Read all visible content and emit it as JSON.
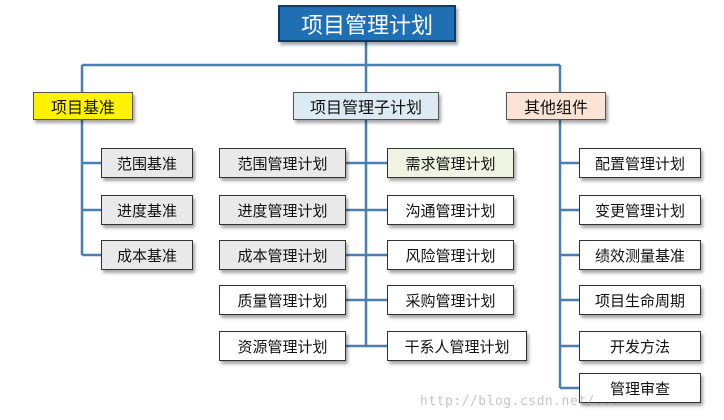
{
  "title": "项目管理计划",
  "categories": {
    "baseline": "项目基准",
    "subplans": "项目管理子计划",
    "others": "其他组件"
  },
  "baseline_items": [
    "范围基准",
    "进度基准",
    "成本基准"
  ],
  "subplans_left": [
    "范围管理计划",
    "进度管理计划",
    "成本管理计划",
    "质量管理计划",
    "资源管理计划"
  ],
  "subplans_right": [
    "需求管理计划",
    "沟通管理计划",
    "风险管理计划",
    "采购管理计划",
    "干系人管理计划"
  ],
  "other_items": [
    "配置管理计划",
    "变更管理计划",
    "绩效测量基准",
    "项目生命周期",
    "开发方法",
    "管理审查"
  ],
  "watermark": "http://blog.csdn.net/...",
  "colors": {
    "root": "#1f6fb5",
    "baseline": "#fff200",
    "subplans": "#dbeaf3",
    "others": "#fbe4d5",
    "connector": "#4a7fb5"
  }
}
